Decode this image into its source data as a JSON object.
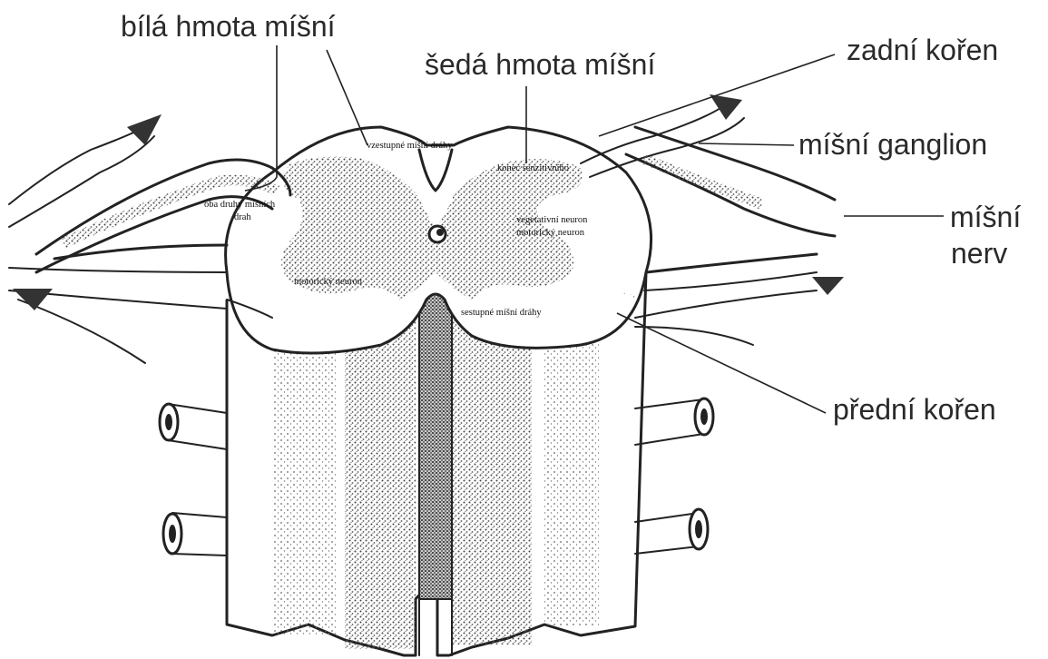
{
  "labels": {
    "bila_hmota": "bílá hmota míšní",
    "seda_hmota": "šedá hmota míšní",
    "zadni_koren": "zadní kořen",
    "misni_ganglion": "míšní ganglion",
    "misni_nerv_line1": "míšní",
    "misni_nerv_line2": "nerv",
    "predni_koren": "přední kořen"
  },
  "annotations": {
    "vzestupne": "vzestupné míšní dráhy",
    "konec_senzitivniho": "konec senzitivního",
    "oba_druhy_line1": "oba druhy míšních",
    "oba_druhy_line2": "drah",
    "vegetativni": "vegetativní neuron",
    "motoricky_1": "motorický neuron",
    "motoricky_2": "motorický neuron",
    "sestupne": "sestupné míšní dráhy"
  },
  "colors": {
    "ink": "#222222",
    "label": "#2a2a2a",
    "stipple": "#555555"
  }
}
